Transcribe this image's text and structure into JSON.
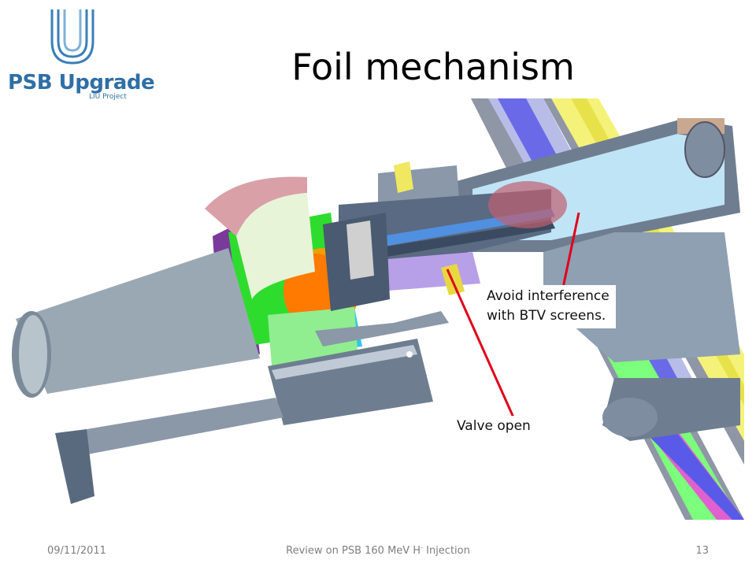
{
  "logo": {
    "title": "PSB Upgrade",
    "subtitle": "LIU Project"
  },
  "slide": {
    "title": "Foil mechanism"
  },
  "callouts": {
    "btv_line1": "Avoid interference",
    "btv_line2": "with BTV screens.",
    "valve": "Valve open"
  },
  "footer": {
    "date": "09/11/2011",
    "center_prefix": "Review on PSB 160 MeV H",
    "center_sup": "-",
    "center_suffix": " Injection",
    "page": "13"
  },
  "colors": {
    "brand": "#2f6fa6",
    "arrow": "#e0001a",
    "footer_text": "#7f7f7f"
  }
}
